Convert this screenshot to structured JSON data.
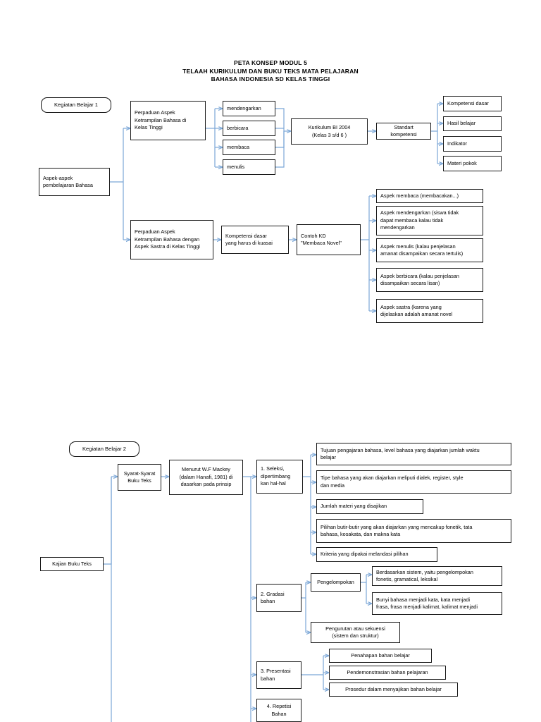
{
  "document": {
    "title_lines": [
      "PETA KONSEP MODUL 5",
      "TELAAH KURIKULUM DAN BUKU TEKS MATA PELAJARAN",
      "BAHASA INDONESIA SD KELAS TINGGI"
    ]
  },
  "colors": {
    "connector": "#7BA7D7",
    "box_border": "#1a1a1a",
    "background": "#ffffff",
    "text": "#000000"
  },
  "section_one": {
    "badge": "Kegiatan Belajar 1",
    "root": "Aspek-aspek\npembelajaran Bahasa",
    "branch_language": "Perpaduan Aspek\nKetrampilan Bahasa di\nKelas Tinggi",
    "skills": [
      "mendengarkan",
      "berbicara",
      "membaca",
      "menulis"
    ],
    "curriculum": "Kurikulum BI 2004\n(Kelas 3 s/d  6 )",
    "standard": "Standart kompetensi",
    "standard_children": [
      "Kompetensi dasar",
      "Hasil belajar",
      "Indikator",
      "Materi pokok"
    ],
    "branch_literature": "Perpaduan  Aspek\nKetrampilan Bahasa dengan\nAspek Sastra di Kelas Tinggi",
    "competency": "Kompetensi dasar\nyang harus di kuasai",
    "example_kd": "Contoh KD\n\"Membaca Novel\"",
    "aspects": [
      "Aspek membaca (membacakan...)",
      "Aspek mendengarkan (siswa tidak\ndapat membaca kalau tidak\nmendengarkan",
      "Aspek menulis (kalau penjelasan\namanat disampaikan secara tertulis)",
      "Aspek berbicara (kalau penjelasan\ndisampaikan secara lisan)",
      "Aspek sastra (karena yang\ndijelaskan adalah amanat novel"
    ]
  },
  "section_two": {
    "badge": "Kegiatan Belajar 2",
    "root": "Kajian Buku Teks",
    "requirements": "Syarat-Syarat\nBuku Teks",
    "mackey": "Menurut W.F Mackey\n(dalam Hanafi, 1981) di\ndasarkan pada prinsip",
    "principles": [
      {
        "label": "1.  Seleksi,\n     dipertimbang\n     kan hal-hal",
        "children": [
          "Tujuan pengajaran bahasa, level bahasa yang diajarkan jumlah waktu\nbelajar",
          "Tipe bahasa yang akan diajarkan meliputi dialek, register, style\ndan media",
          "Jumlah materi yang disajikan",
          "Pilihan butir-butir yang akan diajarkan yang mencakup fonetik, tata\nbahasa, kosakata, dan makna kata",
          "Kriteria yang dipakai melandasi pilihan"
        ]
      },
      {
        "label": "2. Gradasi\n    bahan",
        "group_label": "Pengelompokan",
        "group_children": [
          "Berdasarkan sistem, yaitu pengelompokan\nfonetis, gramatical, leksikal",
          "Bunyi bahasa menjadi kata, kata menjadi\nfrasa, frasa menjadi kalimat, kalimat menjadi"
        ],
        "children": [
          "Pengurutan atau sekuensi\n(sistem dan struktur)"
        ]
      },
      {
        "label": "3. Presentasi\n    bahan",
        "children": [
          "Penahapan bahan belajar",
          "Pendemonstrasian bahan pelajaran",
          "Prosedur dalam menyajikan bahan belajar"
        ]
      },
      {
        "label": "4. Repetisi\n    Bahan",
        "children": []
      }
    ]
  }
}
